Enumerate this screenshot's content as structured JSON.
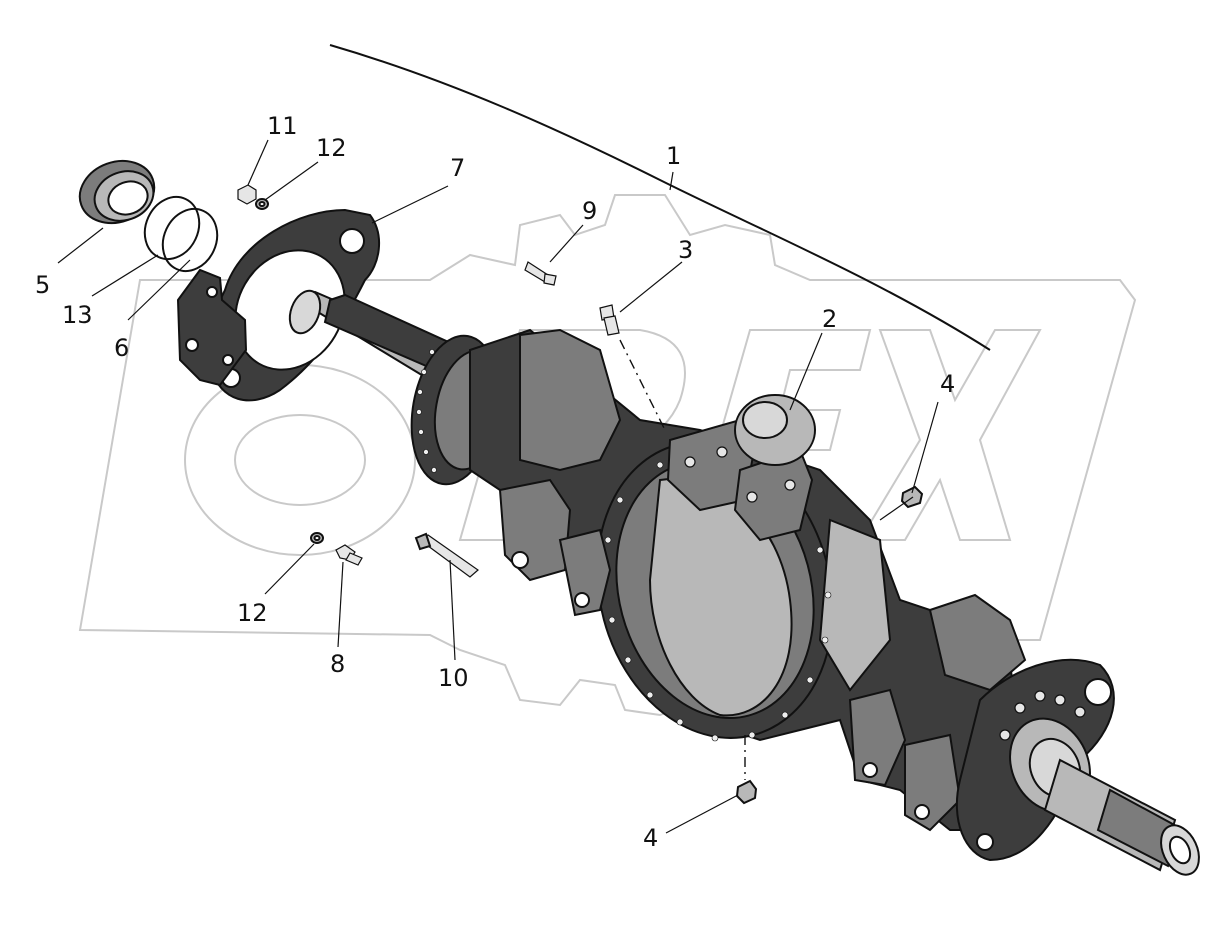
{
  "diagram": {
    "type": "exploded-parts-drawing",
    "callouts": [
      {
        "id": "c1",
        "label": "1"
      },
      {
        "id": "c2",
        "label": "2"
      },
      {
        "id": "c3",
        "label": "3"
      },
      {
        "id": "c4a",
        "label": "4"
      },
      {
        "id": "c4b",
        "label": "4"
      },
      {
        "id": "c5",
        "label": "5"
      },
      {
        "id": "c6",
        "label": "6"
      },
      {
        "id": "c7",
        "label": "7"
      },
      {
        "id": "c8",
        "label": "8"
      },
      {
        "id": "c9",
        "label": "9"
      },
      {
        "id": "c10",
        "label": "10"
      },
      {
        "id": "c11",
        "label": "11"
      },
      {
        "id": "c12a",
        "label": "12"
      },
      {
        "id": "c12b",
        "label": "12"
      },
      {
        "id": "c13",
        "label": "13"
      }
    ],
    "watermark": {
      "text": "OPEX"
    }
  },
  "colors": {
    "background": "#ffffff",
    "dark_metal": "#3d3d3d",
    "mid_metal": "#7c7c7c",
    "light_metal": "#b8b8b8",
    "watermark": "#c9c9c9"
  }
}
